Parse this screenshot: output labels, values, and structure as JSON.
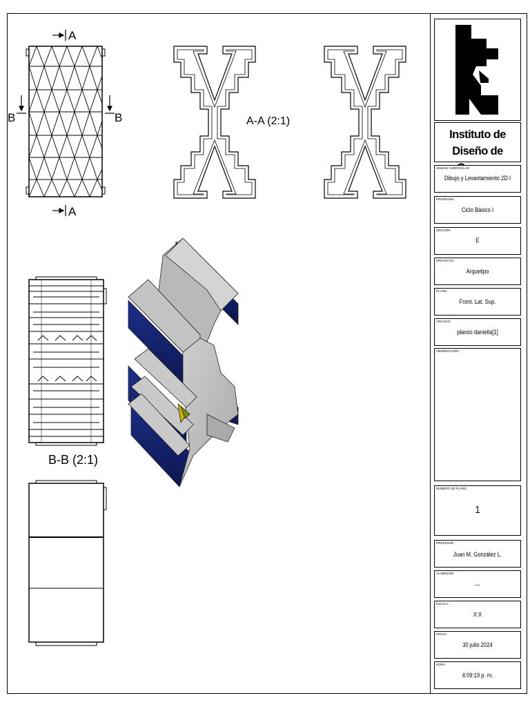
{
  "drawing": {
    "section_mark": "A",
    "section_mark_b": "B",
    "section_aa_label": "A-A (2:1)",
    "section_bb_label": "B-B (2:1)"
  },
  "title_block": {
    "institute": "Instituto de Diseño de Caracas",
    "fields": [
      {
        "label": "UNIDAD CURRICULAR",
        "value": "Dibujo y Levantamiento 2D I"
      },
      {
        "label": "PROGRAMA",
        "value": "Ciclo Básico I"
      },
      {
        "label": "SECCIÓN",
        "value": "E"
      },
      {
        "label": "PROYECTO",
        "value": "Arquetipo"
      },
      {
        "label": "PLANO",
        "value": "Front. Lat. Sup."
      },
      {
        "label": "ARCHIVO",
        "value": "planos daniella[1]"
      },
      {
        "label": "OBSERVACIÓN",
        "value": ""
      },
      {
        "label": "NÚMERO DE PLANO",
        "value": "1"
      },
      {
        "label": "PROFESOR",
        "value": "Juan M. González L."
      },
      {
        "label": "ALUMNADO",
        "value": "---"
      },
      {
        "label": "ESCALA",
        "value": "X:X"
      },
      {
        "label": "FECHA",
        "value": "30 julio 2024"
      },
      {
        "label": "HORA",
        "value": "4:09:19 p. m."
      }
    ]
  }
}
